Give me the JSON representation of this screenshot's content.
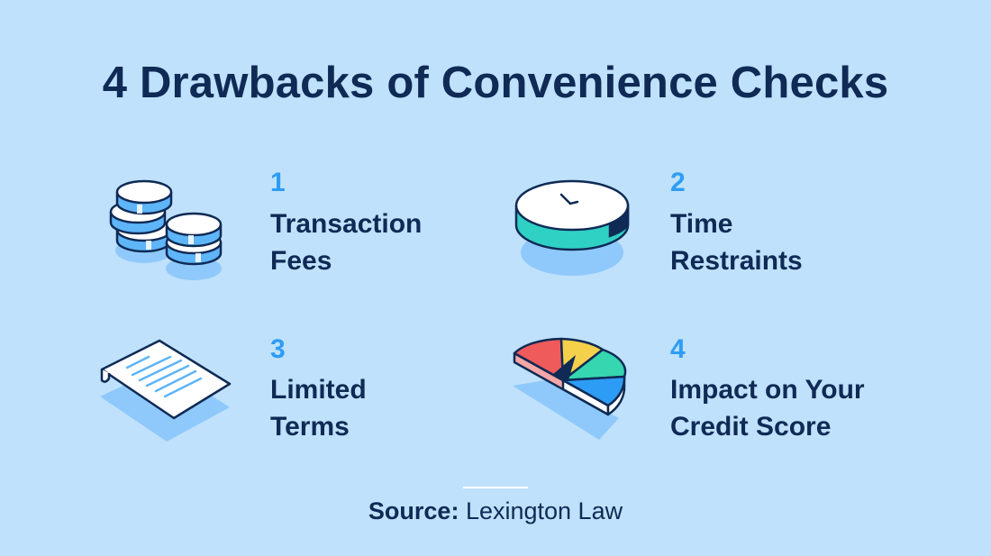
{
  "title": "4 Drawbacks of Convenience Checks",
  "items": [
    {
      "number": "1",
      "line1": "Transaction",
      "line2": "Fees",
      "icon": "coins-icon"
    },
    {
      "number": "2",
      "line1": "Time",
      "line2": "Restraints",
      "icon": "clock-icon"
    },
    {
      "number": "3",
      "line1": "Limited",
      "line2": "Terms",
      "icon": "document-icon"
    },
    {
      "number": "4",
      "line1": "Impact on Your",
      "line2": "Credit Score",
      "icon": "credit-gauge-icon"
    }
  ],
  "source": {
    "label": "Source:",
    "value": "Lexington Law"
  },
  "colors": {
    "background": "#bfe1fb",
    "navy": "#0f2a55",
    "accent_blue": "#2d9cf5",
    "teal": "#2fd1c4",
    "red": "#ef5a5a",
    "yellow": "#f5d04a",
    "green": "#35d6b0"
  }
}
